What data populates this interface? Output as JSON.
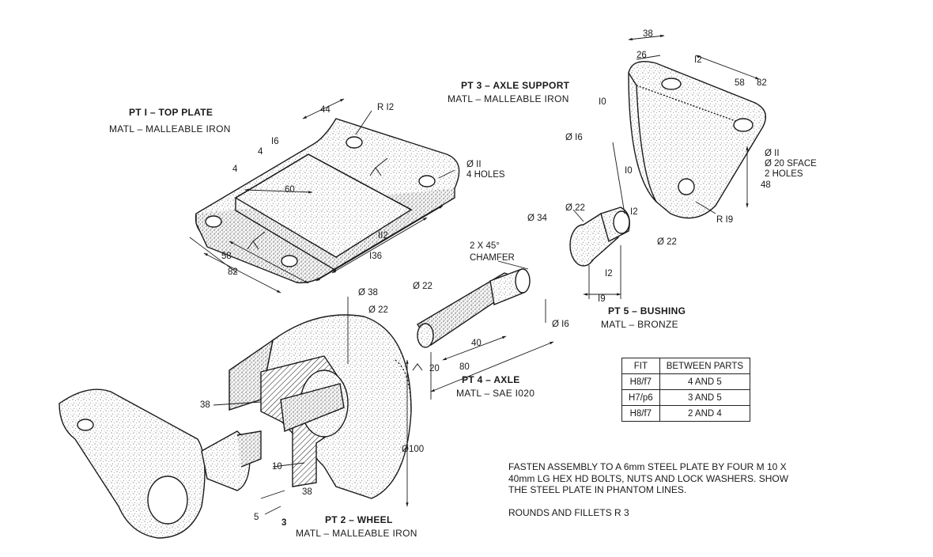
{
  "parts": {
    "pt1": {
      "title": "PT I – TOP PLATE",
      "material": "MATL – MALLEABLE IRON"
    },
    "pt2": {
      "title": "PT 2 – WHEEL",
      "material": "MATL – MALLEABLE IRON"
    },
    "pt3": {
      "title": "PT 3 – AXLE SUPPORT",
      "material": "MATL – MALLEABLE IRON"
    },
    "pt4": {
      "title": "PT 4 – AXLE",
      "material": "MATL – SAE I020"
    },
    "pt5": {
      "title": "PT 5 – BUSHING",
      "material": "MATL – BRONZE"
    }
  },
  "dimensions": {
    "pt1": {
      "r12": "R I2",
      "d44": "44",
      "d16": "I6",
      "d4a": "4",
      "d4b": "4",
      "d60": "60",
      "hole_dia": "Ø II",
      "holes": "4 HOLES",
      "d112": "II2",
      "d136": "I36",
      "d58": "58",
      "d82": "82"
    },
    "pt2": {
      "d38dia": "Ø 38",
      "d22dia": "Ø 22",
      "d38": "38",
      "d10": "10",
      "d38b": "38",
      "d100dia": "Ø100",
      "d5": "5",
      "d3": "3"
    },
    "pt3": {
      "d38": "38",
      "d26": "26",
      "d12": "I2",
      "d58": "58",
      "d82": "82",
      "d10": "I0",
      "d10b": "I0",
      "hole_dia": "Ø II",
      "spacing": "Ø 20 SFACE",
      "holes": "2 HOLES",
      "d48": "48",
      "r19": "R I9",
      "d22dia": "Ø 22",
      "d12b": "I2"
    },
    "pt4": {
      "chamfer1": "2 X 45°",
      "chamfer2": "CHAMFER",
      "d22dia": "Ø 22",
      "d16dia": "Ø I6",
      "d40": "40",
      "d20": "20",
      "d80": "80"
    },
    "pt5": {
      "d16dia": "Ø I6",
      "d22dia": "Ø 22",
      "d34dia": "Ø 34",
      "d12": "I2",
      "d19": "I9"
    }
  },
  "fit_table": {
    "headers": [
      "FIT",
      "BETWEEN PARTS"
    ],
    "rows": [
      [
        "H8/f7",
        "4 AND 5"
      ],
      [
        "H7/p6",
        "3 AND 5"
      ],
      [
        "H8/f7",
        "2 AND 4"
      ]
    ]
  },
  "notes": [
    "FASTEN ASSEMBLY TO A 6mm STEEL PLATE BY FOUR M 10 X 40mm LG HEX HD BOLTS, NUTS AND LOCK WASHERS. SHOW THE STEEL PLATE IN PHANTOM LINES.",
    "ROUNDS AND FILLETS R 3"
  ],
  "colors": {
    "ink": "#1a1a1a",
    "stipple": "#6a6a6a",
    "paper": "#ffffff"
  }
}
